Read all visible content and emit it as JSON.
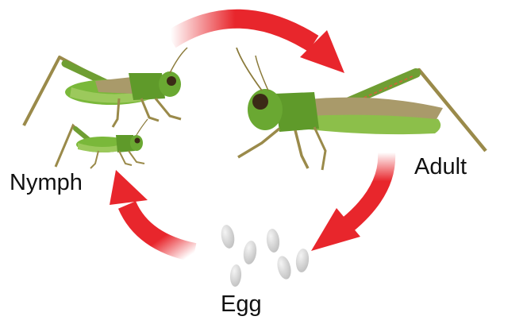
{
  "diagram": {
    "stages": {
      "nymph": "Nymph",
      "adult": "Adult",
      "egg": "Egg"
    },
    "colors": {
      "arrow": "#e8262c",
      "arrow_fade": "#ffffff",
      "insect_body": "#7ab83a",
      "insect_dark": "#4f8a22",
      "insect_wing": "#a99a6a",
      "insect_leg": "#9a8a4a",
      "egg": "#d6d6d6"
    },
    "icons": [
      "nymph-grasshopper-icon",
      "adult-grasshopper-icon",
      "egg-cluster-icon",
      "cycle-arrow-icon"
    ]
  }
}
